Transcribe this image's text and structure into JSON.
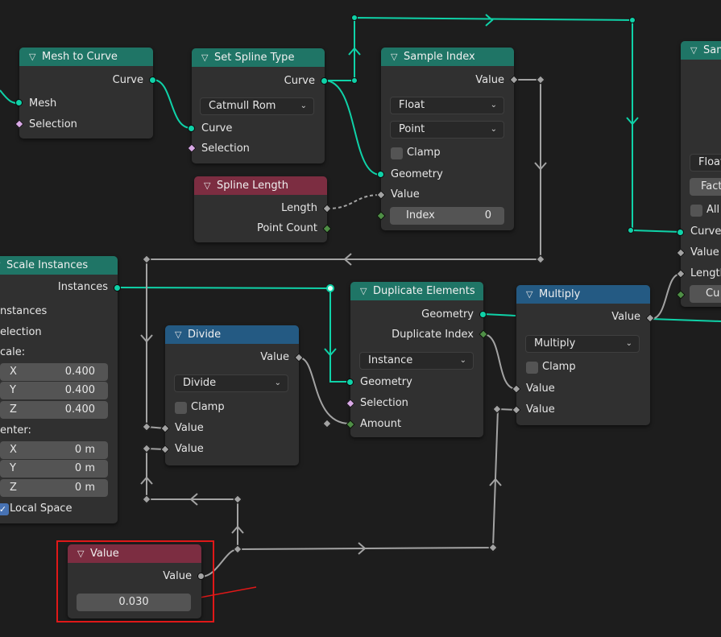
{
  "nodes": {
    "mesh_to_curve": {
      "title": "Mesh to Curve",
      "out_curve": "Curve",
      "in_mesh": "Mesh",
      "in_selection": "Selection"
    },
    "set_spline_type": {
      "title": "Set Spline Type",
      "out_curve": "Curve",
      "dropdown": "Catmull Rom",
      "in_curve": "Curve",
      "in_selection": "Selection"
    },
    "sample_index": {
      "title": "Sample Index",
      "out_value": "Value",
      "dd_type": "Float",
      "dd_domain": "Point",
      "clamp": "Clamp",
      "in_geometry": "Geometry",
      "in_value": "Value",
      "index_label": "Index",
      "index_value": "0"
    },
    "sample_curve": {
      "title": "Sam",
      "dd1": "Float",
      "dd2": "Fact",
      "all": "All",
      "in_curve": "Curve",
      "in_value": "Value",
      "in_length": "Length",
      "field": "Cu"
    },
    "spline_length": {
      "title": "Spline Length",
      "out_length": "Length",
      "out_point_count": "Point Count"
    },
    "scale_instances": {
      "title": "Scale Instances",
      "out_instances": "Instances",
      "in_instances": "nstances",
      "in_selection": "election",
      "scale_label": "cale:",
      "scale_x_label": "X",
      "scale_x": "0.400",
      "scale_y_label": "Y",
      "scale_y": "0.400",
      "scale_z_label": "Z",
      "scale_z": "0.400",
      "center_label": "enter:",
      "center_x_label": "X",
      "center_x": "0 m",
      "center_y_label": "Y",
      "center_y": "0 m",
      "center_z_label": "Z",
      "center_z": "0 m",
      "local_space": "Local Space"
    },
    "divide": {
      "title": "Divide",
      "out_value": "Value",
      "dropdown": "Divide",
      "clamp": "Clamp",
      "in_value1": "Value",
      "in_value2": "Value"
    },
    "duplicate_elements": {
      "title": "Duplicate Elements",
      "out_geometry": "Geometry",
      "out_dup_index": "Duplicate Index",
      "dropdown": "Instance",
      "in_geometry": "Geometry",
      "in_selection": "Selection",
      "in_amount": "Amount"
    },
    "multiply": {
      "title": "Multiply",
      "out_value": "Value",
      "dropdown": "Multiply",
      "clamp": "Clamp",
      "in_value1": "Value",
      "in_value2": "Value"
    },
    "value": {
      "title": "Value",
      "out_value": "Value",
      "field_value": "0.030"
    }
  },
  "colors": {
    "geometry_wire": "#0fd2a8",
    "float_wire": "#a3a3a3",
    "highlight": "#e01818"
  }
}
